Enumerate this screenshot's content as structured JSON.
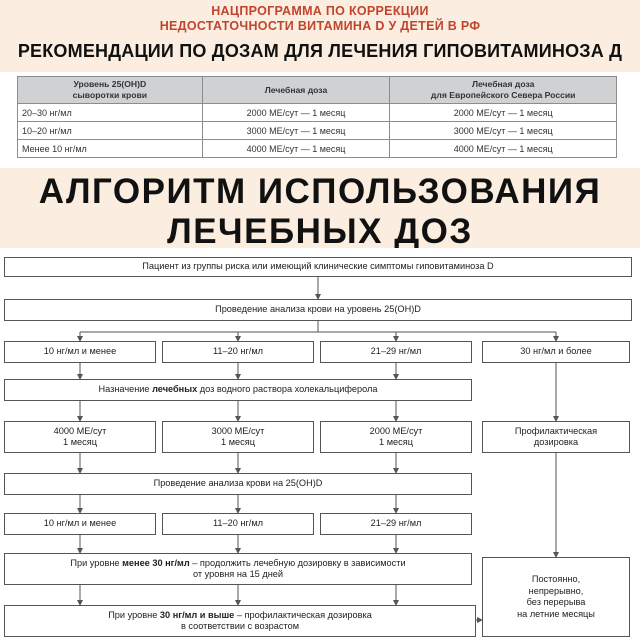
{
  "header": {
    "subtitle_line1": "НАЦПРОГРАММА ПО КОРРЕКЦИИ",
    "subtitle_line2": "НЕДОСТАТОЧНОСТИ ВИТАМИНА D У ДЕТЕЙ В РФ",
    "dose_heading": "РЕКОМЕНДАЦИИ ПО ДОЗАМ ДЛЯ ЛЕЧЕНИЯ ГИПОВИТАМИНОЗА Д",
    "algorithm_heading_line1": "АЛГОРИТМ ИСПОЛЬЗОВАНИЯ",
    "algorithm_heading_line2": "ЛЕЧЕБНЫХ ДОЗ"
  },
  "dose_table": {
    "headers": [
      "Уровень 25(OH)D\nсыворотки крови",
      "Лечебная доза",
      "Лечебная доза\nдля Европейского Севера России"
    ],
    "rows": [
      [
        "20–30 нг/мл",
        "2000 МЕ/сут — 1 месяц",
        "2000 МЕ/сут — 1 месяц"
      ],
      [
        "10–20 нг/мл",
        "3000 МЕ/сут — 1 месяц",
        "3000 МЕ/сут — 1 месяц"
      ],
      [
        "Менее 10 нг/мл",
        "4000 МЕ/сут — 1 месяц",
        "4000 МЕ/сут — 1 месяц"
      ]
    ]
  },
  "flowchart": {
    "start": "Пациент из группы риска или имеющий клинические симптомы гиповитаминоза D",
    "test1": "Проведение анализа крови на уровень 25(OH)D",
    "level1": [
      "10 нг/мл и менее",
      "11–20 нг/мл",
      "21–29 нг/мл",
      "30 нг/мл и более"
    ],
    "assign": {
      "before": "Назначение ",
      "bold": "лечебных",
      "after": " доз водного раствора холекальциферола"
    },
    "doses": [
      {
        "line1": "4000 МЕ/сут",
        "line2": "1 месяц"
      },
      {
        "line1": "3000 МЕ/сут",
        "line2": "1 месяц"
      },
      {
        "line1": "2000 МЕ/сут",
        "line2": "1 месяц"
      }
    ],
    "prophylactic": {
      "line1": "Профилактическая",
      "line2": "дозировка"
    },
    "test2": "Проведение анализа крови на 25(OH)D",
    "level2": [
      "10 нг/мл и менее",
      "11–20 нг/мл",
      "21–29 нг/мл"
    ],
    "continue_box": {
      "before": "При уровне ",
      "bold": "менее 30 нг/мл",
      "after": " – продолжить лечебную дозировку в зависимости",
      "line2": "от уровня на 15 дней"
    },
    "prophylaxis_box": {
      "before": "При уровне ",
      "bold": "30 нг/мл и выше",
      "after": " – профилактическая дозировка",
      "line2": "в соответствии с возрастом"
    },
    "constant_box": [
      "Постоянно,",
      "непрерывно,",
      "без перерыва",
      "на летние месяцы"
    ]
  }
}
